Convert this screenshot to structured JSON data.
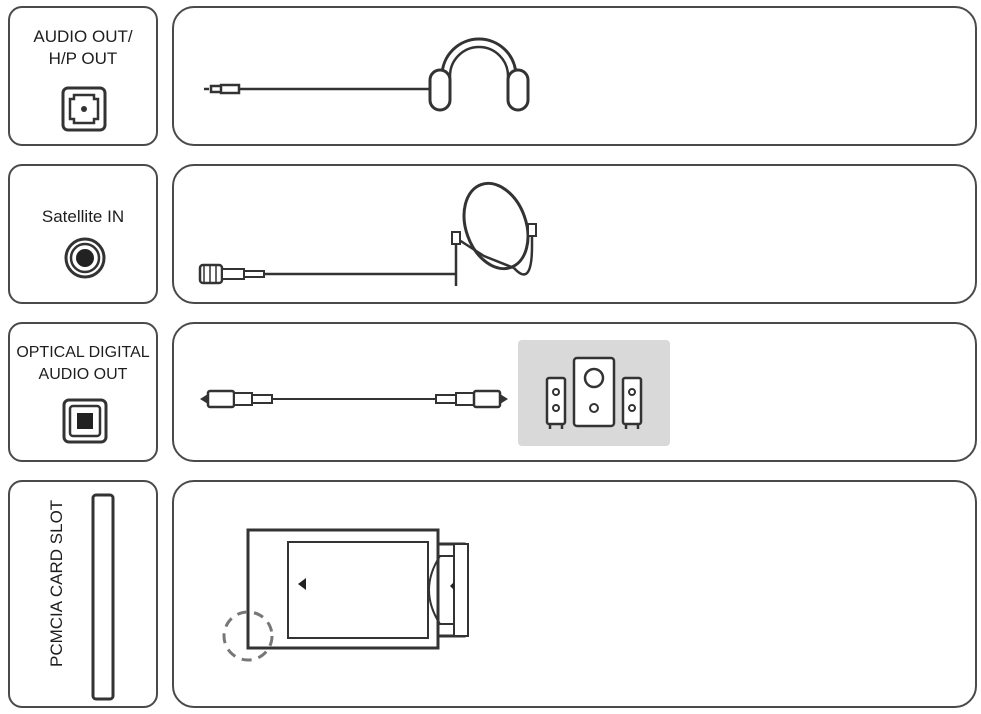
{
  "rows": [
    {
      "label_line1": "AUDIO OUT/",
      "label_line2": "H/P OUT",
      "icon": "audio-jack-port-icon",
      "device": "headphones-icon"
    },
    {
      "label": "Satellite IN",
      "icon": "coaxial-port-icon",
      "device": "satellite-dish-icon"
    },
    {
      "label_line1": "OPTICAL DIGITAL",
      "label_line2": "AUDIO OUT",
      "icon": "optical-port-icon",
      "device": "speaker-system-icon"
    },
    {
      "label": "PCMCIA CARD SLOT",
      "icon": "card-slot-icon",
      "device": "ci-card-icon"
    }
  ],
  "colors": {
    "line": "#4a4a4a",
    "speaker_bg": "#d9d9d9"
  }
}
